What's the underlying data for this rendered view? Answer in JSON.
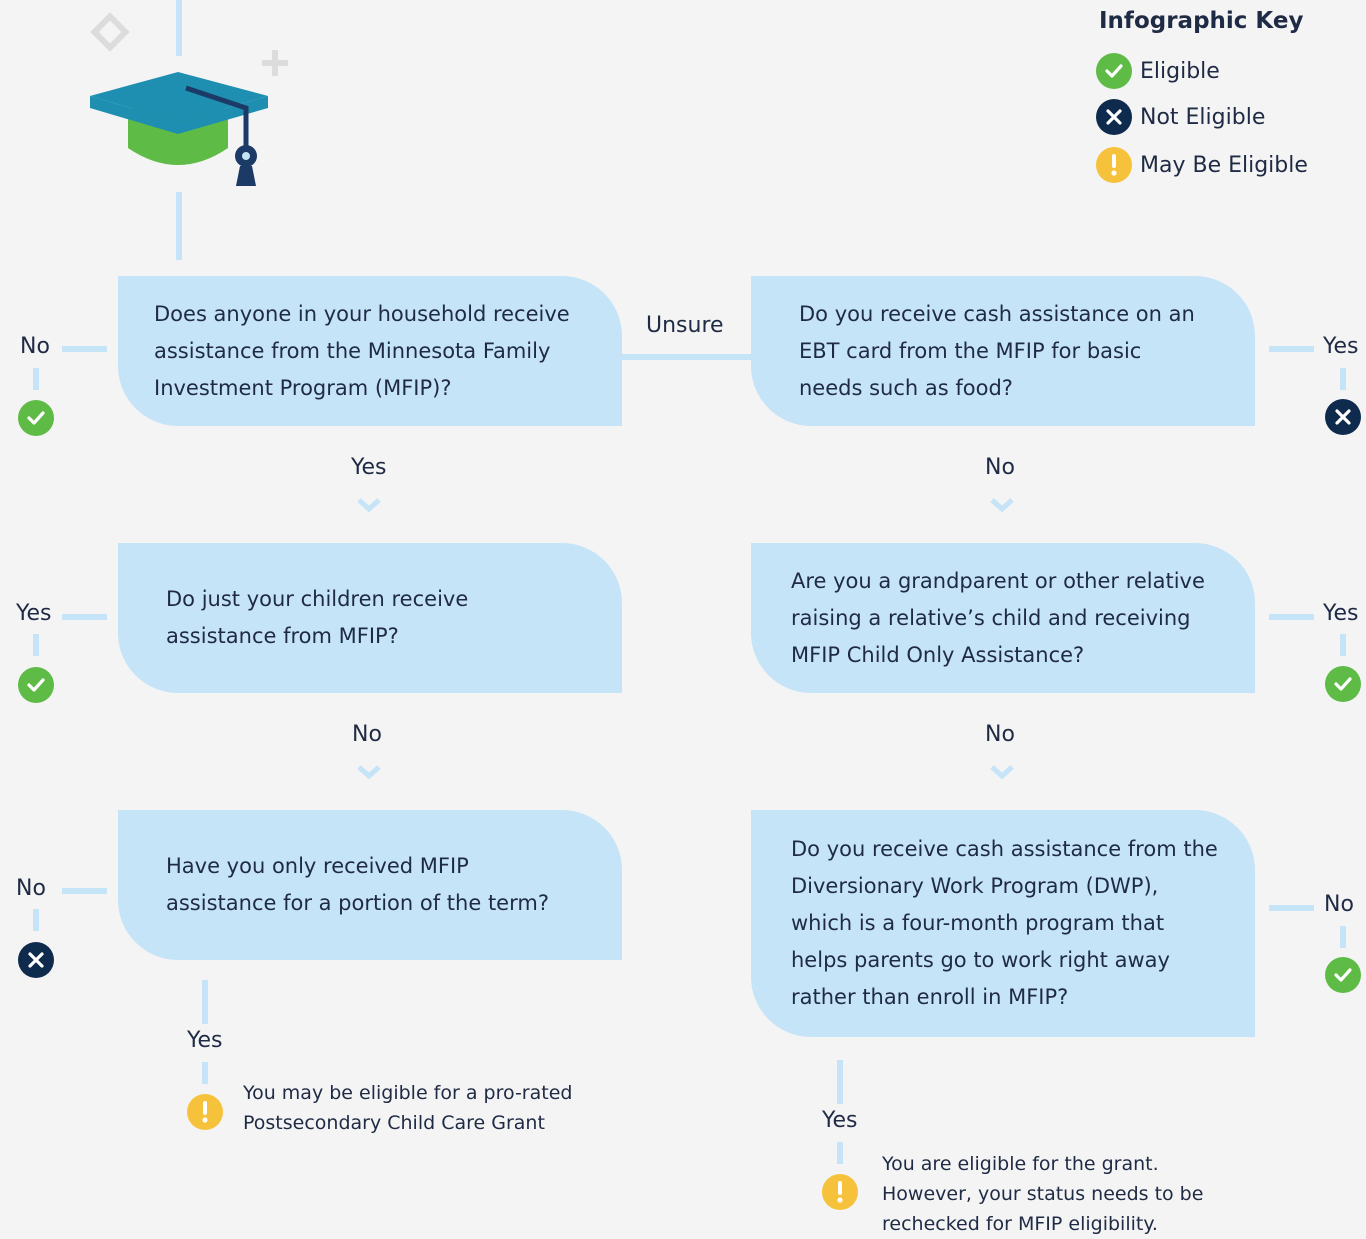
{
  "key": {
    "title": "Infographic Key",
    "eligible": "Eligible",
    "not_eligible": "Not Eligible",
    "may_be_eligible": "May Be Eligible"
  },
  "colors": {
    "eligible": "#5dbb46",
    "not_eligible": "#0e2a4c",
    "may_be_eligible": "#f7c23b",
    "box": "#c6e4f7"
  },
  "questions": {
    "q1": "Does anyone in your household receive assistance from the Minnesota Family Investment Program (MFIP)?",
    "q2": "Do just your children receive assistance from MFIP?",
    "q3": "Have you only received MFIP assistance for a portion of the term?",
    "q4": "Do you receive cash assistance on an EBT card from the MFIP for basic needs such as food?",
    "q5": "Are you a grandparent or other relative raising a relative’s child and receiving MFIP Child Only Assistance?",
    "q6": "Do you receive cash assistance from the Diversionary Work Program (DWP), which is a four-month program that helps parents go to work right away rather than enroll in MFIP?"
  },
  "labels": {
    "q1_left": "No",
    "q1_down": "Yes",
    "q1_right": "Unsure",
    "q2_left": "Yes",
    "q2_down": "No",
    "q3_left": "No",
    "q3_down": "Yes",
    "q4_right": "Yes",
    "q4_down": "No",
    "q5_right": "Yes",
    "q5_down": "No",
    "q6_right": "No",
    "q6_down": "Yes"
  },
  "outcomes": {
    "left_note": "You may be eligible for a pro-rated Postsecondary Child Care Grant",
    "right_note": "You are eligible for the grant. However, your status needs to be rechecked for MFIP eligibility."
  }
}
